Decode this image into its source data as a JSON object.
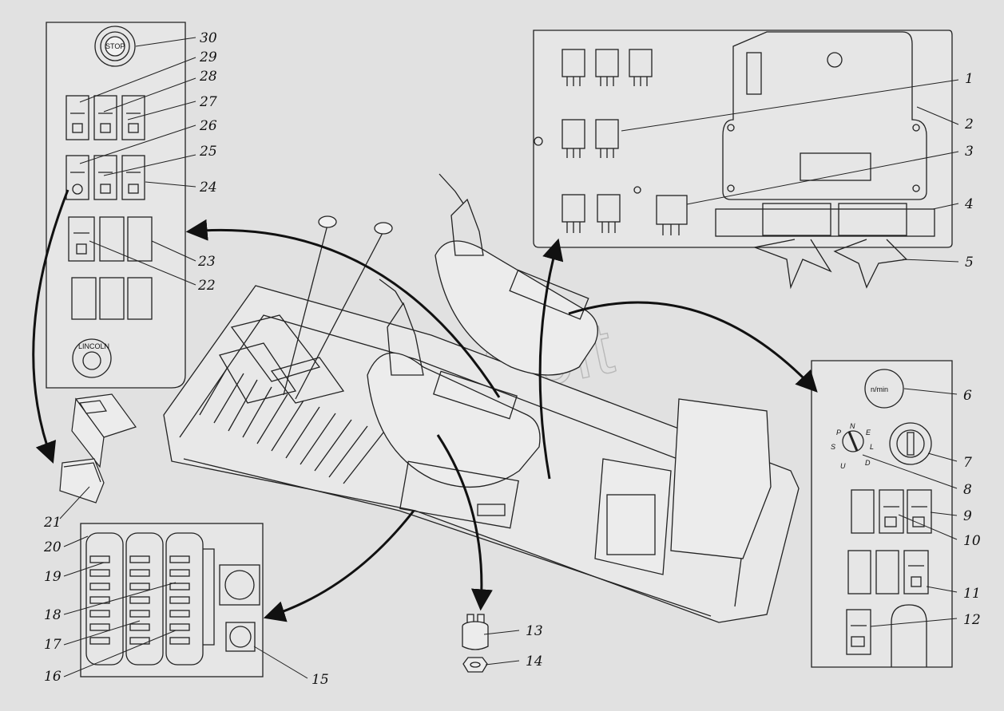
{
  "watermark": "AutoSoft",
  "callouts": [
    "1",
    "2",
    "3",
    "4",
    "5",
    "6",
    "7",
    "8",
    "9",
    "10",
    "11",
    "12",
    "13",
    "14",
    "15",
    "16",
    "17",
    "18",
    "19",
    "20",
    "21",
    "22",
    "23",
    "24",
    "25",
    "26",
    "27",
    "28",
    "29",
    "30"
  ],
  "panel_left": {
    "stop_text": "STOP",
    "brand_text": "LINCOLN"
  },
  "panel_right": {
    "rpm_text": "n/min",
    "selector_letters": {
      "n": "N",
      "p": "P",
      "e": "E",
      "s": "S",
      "l": "L",
      "u": "U",
      "d": "D"
    }
  }
}
